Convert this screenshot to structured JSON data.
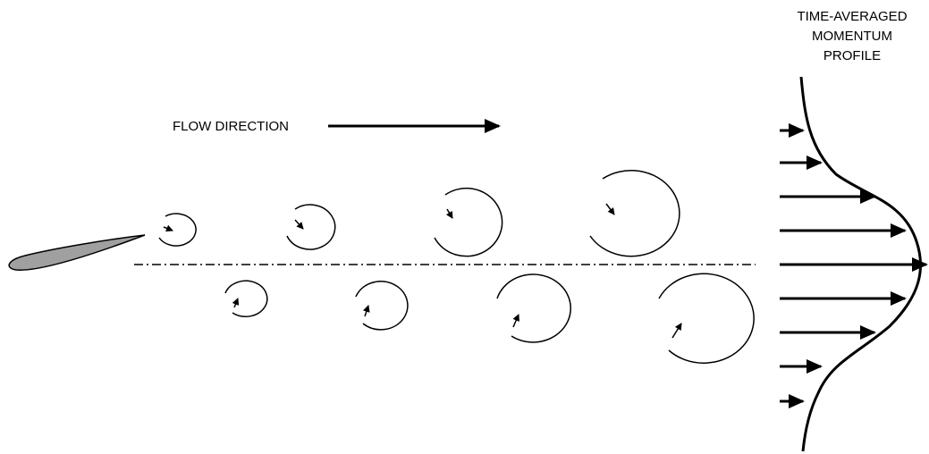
{
  "diagram": {
    "title_lines": [
      "TIME-AVERAGED",
      "MOMENTUM",
      "PROFILE"
    ],
    "flow_label": "FLOW DIRECTION",
    "colors": {
      "airfoil_fill": "#a0a0a0",
      "stroke": "#000000",
      "background": "#ffffff"
    },
    "vortex_rows": [
      "upper",
      "lower"
    ],
    "upper_vortex_count": 4,
    "lower_vortex_count": 4,
    "profile_arrow_count": 9
  }
}
